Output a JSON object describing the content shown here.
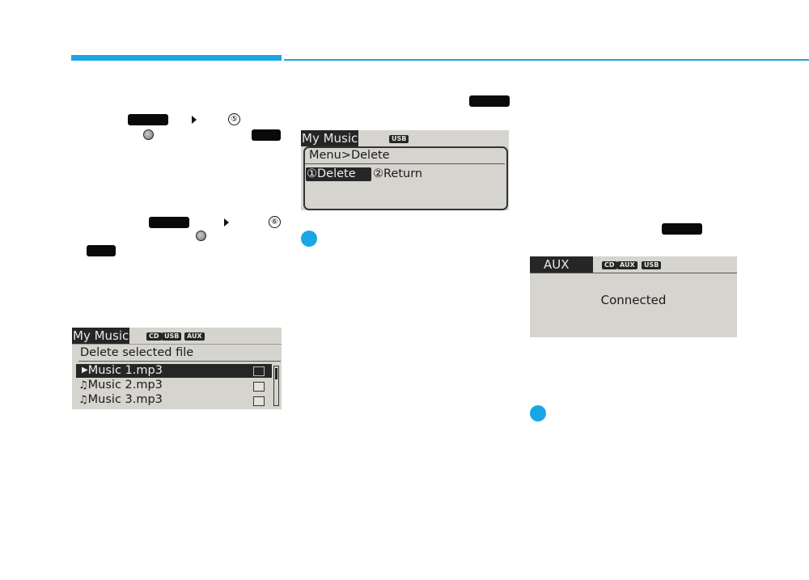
{
  "colors": {
    "accent": "#1aa5e6",
    "lcd_bg": "#d6d4cf",
    "lcd_dark": "#262626"
  },
  "icons": {
    "knob": "tune-knob-icon",
    "arrow": "right-arrow-icon",
    "info": "info-dot-icon",
    "note": "music-note-icon"
  },
  "col1": {
    "step5_num": "⑤",
    "step6_num": "⑥",
    "screen": {
      "title": "My Music",
      "badges": [
        "CD",
        "USB",
        "AUX"
      ],
      "header": "Delete selected file",
      "files": [
        {
          "name": "Music 1.mp3",
          "selected": true
        },
        {
          "name": "Music 2.mp3",
          "selected": false
        },
        {
          "name": "Music 3.mp3",
          "selected": false
        }
      ]
    }
  },
  "col2": {
    "screen": {
      "title": "My Music",
      "badges": [
        "USB"
      ],
      "menu_path": "Menu>Delete",
      "option1": "①Delete",
      "option2": "②Return"
    }
  },
  "col3": {
    "screen": {
      "title": "AUX",
      "badges": [
        "CD",
        "AUX",
        "USB"
      ],
      "status": "Connected"
    }
  }
}
